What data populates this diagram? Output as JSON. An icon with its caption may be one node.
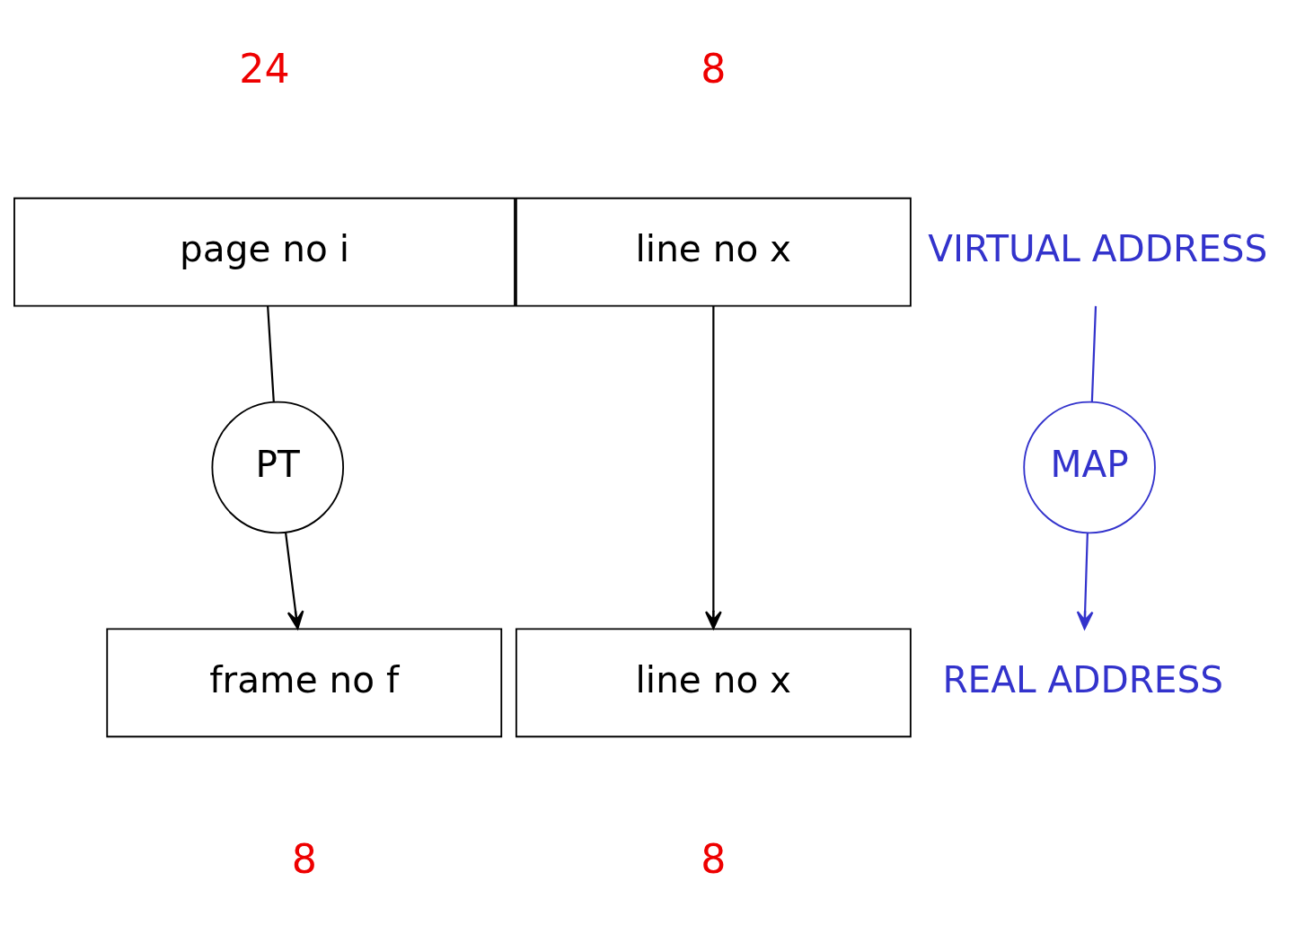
{
  "diagram": {
    "nodes": [
      {
        "text": [
          "page no i"
        ]
      },
      {
        "text": [
          "line no x"
        ]
      },
      {
        "text": [
          "PT"
        ]
      },
      {
        "text": [
          "frame no f"
        ]
      },
      {
        "text": [
          "line no x"
        ]
      },
      {
        "text": [
          "VIRTUAL ADDRESS"
        ]
      },
      {
        "text": [
          "MAP"
        ]
      },
      {
        "text": [
          "REAL ADDRESS"
        ]
      }
    ],
    "edges": [
      {
        "from": 0,
        "to": 2,
        "arrow": "none"
      },
      {
        "from": 2,
        "to": 3,
        "arrow": "to"
      },
      {
        "from": 1,
        "to": 4,
        "arrow": "to"
      },
      {
        "from": 5,
        "to": 6,
        "arrow": "none",
        "color": "#3333cc"
      },
      {
        "from": 6,
        "to": 7,
        "arrow": "to",
        "color": "#3333cc"
      }
    ],
    "labels": [
      "24",
      "8",
      "8",
      "8"
    ]
  }
}
